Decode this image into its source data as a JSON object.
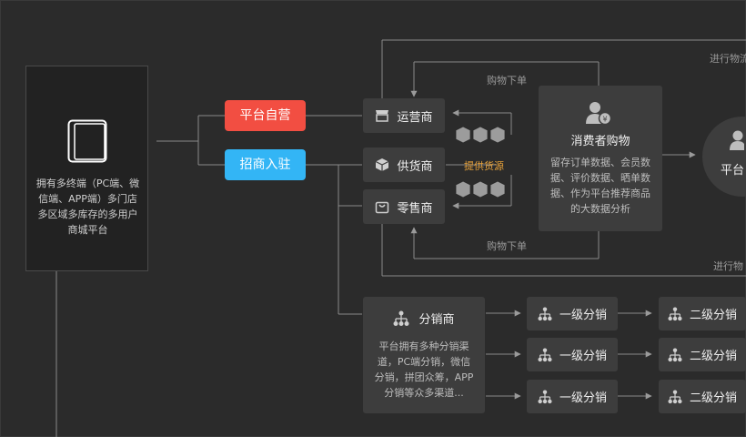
{
  "platform": {
    "description": "拥有多终端（PC端、微信端、APP端）多门店多区域多库存的多用户商城平台"
  },
  "modes": [
    {
      "label": "平台自营",
      "color": "#f24e42"
    },
    {
      "label": "招商入驻",
      "color": "#33b5f5"
    }
  ],
  "roles": [
    {
      "label": "运营商",
      "icon": "store-icon"
    },
    {
      "label": "供货商",
      "icon": "box-icon"
    },
    {
      "label": "零售商",
      "icon": "bag-icon"
    }
  ],
  "supply_label": "提供货源",
  "purchase_label_top": "购物下单",
  "purchase_label_bottom": "购物下单",
  "logistics_top": "进行物流",
  "logistics_bottom": "进行物",
  "consumer": {
    "title": "消费者购物",
    "description": "留存订单数据、会员数据、评价数据、晒单数据、作为平台推荐商品的大数据分析"
  },
  "platform_right_label": "平台",
  "distributor": {
    "title": "分销商",
    "description": "平台拥有多种分销渠道，PC端分销，微信分销，拼团众筹，APP分销等众多渠道..."
  },
  "levels": [
    {
      "first": "一级分销",
      "second": "二级分销"
    },
    {
      "first": "一级分销",
      "second": "二级分销"
    },
    {
      "first": "一级分销",
      "second": "二级分销"
    }
  ],
  "colors": {
    "accent_orange": "#e8a23a",
    "red": "#f24e42",
    "blue": "#33b5f5"
  }
}
